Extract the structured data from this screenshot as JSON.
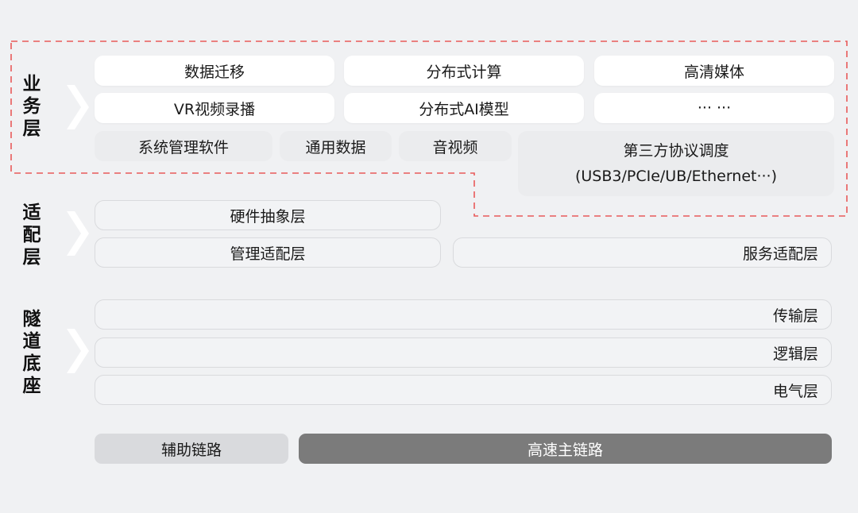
{
  "layers": {
    "business": {
      "label": [
        "业",
        "务",
        "层"
      ],
      "row1": [
        "数据迁移",
        "分布式计算",
        "高清媒体"
      ],
      "row2": [
        "VR视频录播",
        "分布式AI模型",
        "··· ···"
      ],
      "row3": [
        "系统管理软件",
        "通用数据",
        "音视频"
      ],
      "protocol": {
        "line1": "第三方协议调度",
        "line2": "(USB3/PCIe/UB/Ethernet···)"
      }
    },
    "adaptation": {
      "label": [
        "适",
        "配",
        "层"
      ],
      "hardware_abstraction": "硬件抽象层",
      "management_adaptation": "管理适配层",
      "service_adaptation": "服务适配层"
    },
    "tunnel_base": {
      "label": [
        "隧",
        "道",
        "底",
        "座"
      ],
      "transport": "传输层",
      "logic": "逻辑层",
      "electrical": "电气层"
    }
  },
  "links": {
    "auxiliary": "辅助链路",
    "high_speed_main": "高速主链路"
  },
  "colors": {
    "background": "#f0f1f3",
    "dashed_border": "#e85a5a",
    "main_link": "#7b7b7b",
    "aux_link": "#d9dadd"
  }
}
